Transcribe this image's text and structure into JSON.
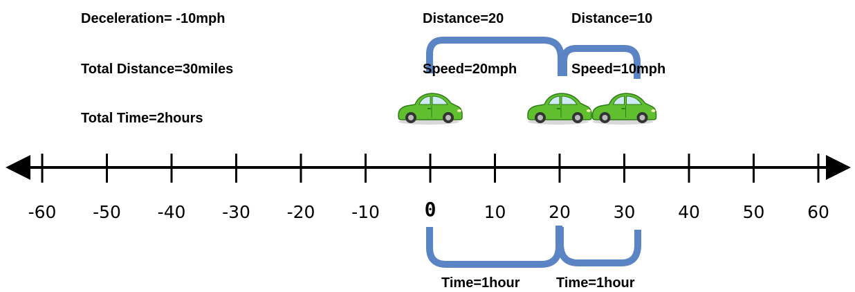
{
  "info": {
    "deceleration": "Deceleration= -10mph",
    "total_distance": "Total Distance=30miles",
    "total_time": "Total Time=2hours"
  },
  "segments": [
    {
      "distance": "Distance=20",
      "speed": "Speed=20mph",
      "time": "Time=1hour"
    },
    {
      "distance": "Distance=10",
      "speed": "Speed=10mph",
      "time": "Time=1hour"
    }
  ],
  "number_line": {
    "ticks": [
      {
        "label": "-60",
        "value": -60
      },
      {
        "label": "-50",
        "value": -50
      },
      {
        "label": "-40",
        "value": -40
      },
      {
        "label": "-30",
        "value": -30
      },
      {
        "label": "-20",
        "value": -20
      },
      {
        "label": "-10",
        "value": -10
      },
      {
        "label": "0",
        "value": 0
      },
      {
        "label": "10",
        "value": 10
      },
      {
        "label": "20",
        "value": 20
      },
      {
        "label": "30",
        "value": 30
      },
      {
        "label": "40",
        "value": 40
      },
      {
        "label": "50",
        "value": 50
      },
      {
        "label": "60",
        "value": 60
      }
    ]
  },
  "cars": [
    {
      "position": 0,
      "color": "#5fbf2e"
    },
    {
      "position": 20,
      "color": "#5fbf2e"
    },
    {
      "position": 30,
      "color": "#5fbf2e"
    }
  ],
  "colors": {
    "bracket": "#5b84c4",
    "car_body": "#5fbf2e",
    "line": "#000000"
  }
}
